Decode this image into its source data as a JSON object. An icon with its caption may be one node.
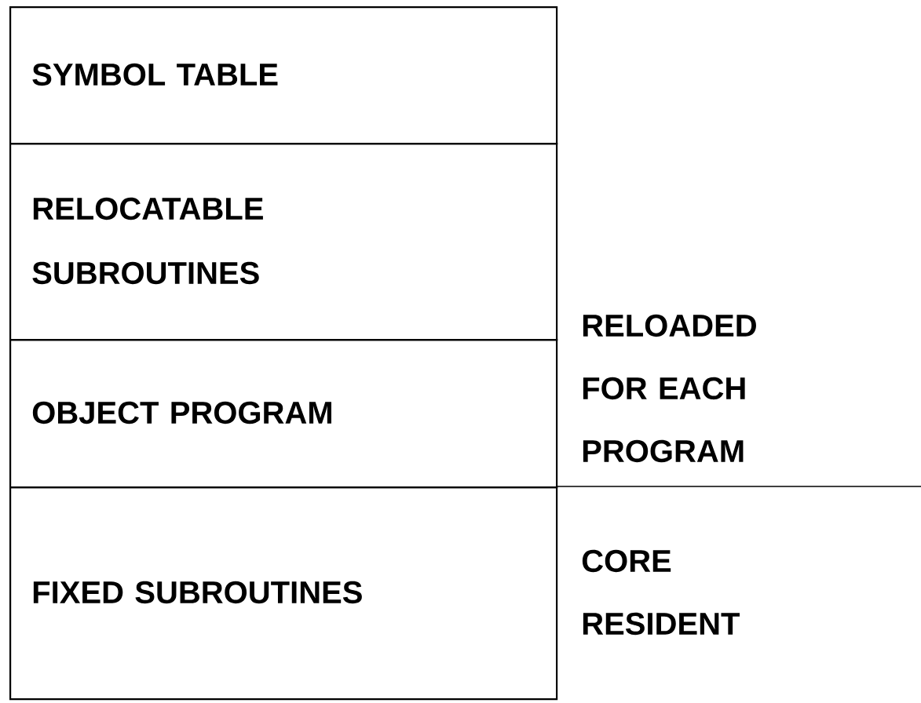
{
  "diagram": {
    "nodes": [
      {
        "text": [
          "SYMBOL TABLE"
        ]
      },
      {
        "text": [
          "RELOCATABLE SUBROUTINES"
        ]
      },
      {
        "text": [
          "OBJECT PROGRAM"
        ]
      },
      {
        "text": [
          "FIXED SUBROUTINES"
        ]
      }
    ],
    "labels": [
      "RELOADED FOR EACH PROGRAM",
      "CORE RESIDENT"
    ]
  }
}
